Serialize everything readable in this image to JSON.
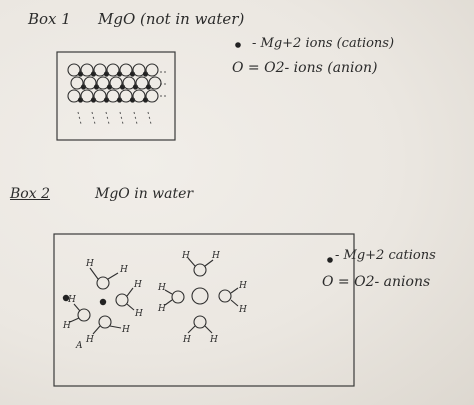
{
  "box1": {
    "title": "Box 1",
    "subtitle": "MgO   (not in water)",
    "legend_mg": "- Mg+2 ions  (cations)",
    "legend_o": "O = O2- ions  (anion)"
  },
  "box2": {
    "title": "Box 2",
    "subtitle": "MgO   in water",
    "legend_mg": "- Mg+2 cations",
    "legend_o": "O = O2- anions",
    "water_h_label": "H",
    "bottom_h_label": "A"
  }
}
